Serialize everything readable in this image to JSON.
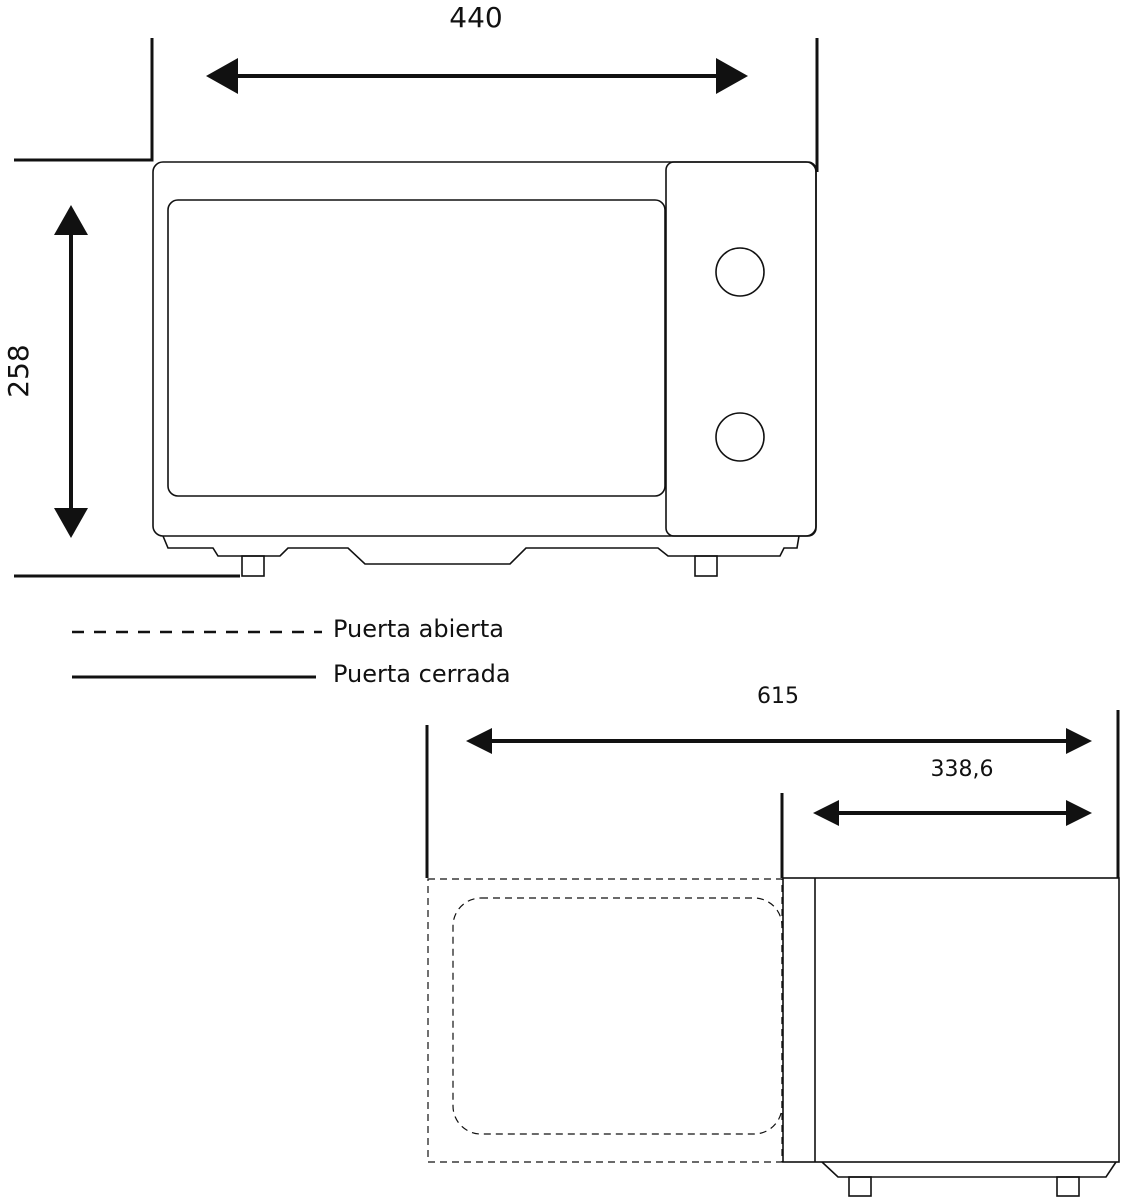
{
  "dimensions": {
    "width": "440",
    "height": "258",
    "depth_open": "615",
    "depth_closed": "338,6"
  },
  "legend": {
    "open_door": "Puerta abierta",
    "closed_door": "Puerta cerrada"
  },
  "colors": {
    "line": "#111111",
    "background": "#ffffff"
  }
}
